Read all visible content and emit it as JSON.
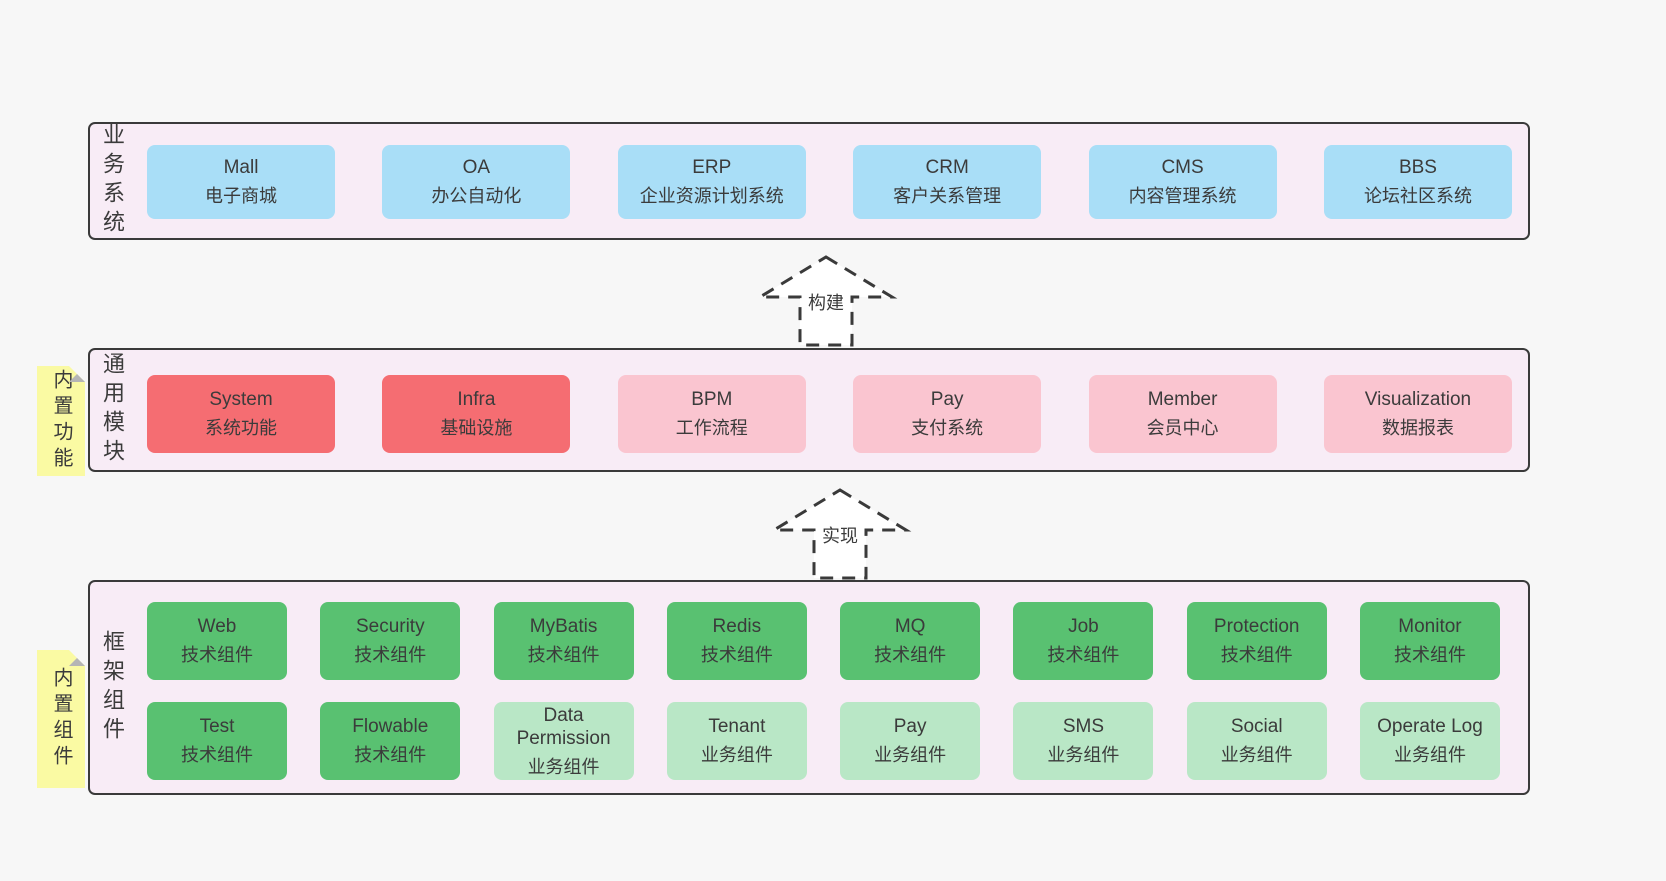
{
  "colors": {
    "page_bg": "#f7f7f7",
    "band_bg": "#f8ecf6",
    "band_border": "#3a3a3a",
    "box_blue": "#a9def7",
    "box_red": "#f56d72",
    "box_pink": "#fac5d0",
    "box_green_dark": "#59c171",
    "box_green_light": "#b9e7c6",
    "note_yellow": "#fafaa3",
    "note_fold": "#b5b5b5",
    "text": "#3b3b3b"
  },
  "arrows": [
    {
      "label": "构建"
    },
    {
      "label": "实现"
    }
  ],
  "bands": [
    {
      "label": "业务系统",
      "rows": [
        [
          {
            "en": "Mall",
            "zh": "电子商城"
          },
          {
            "en": "OA",
            "zh": "办公自动化"
          },
          {
            "en": "ERP",
            "zh": "企业资源计划系统"
          },
          {
            "en": "CRM",
            "zh": "客户关系管理"
          },
          {
            "en": "CMS",
            "zh": "内容管理系统"
          },
          {
            "en": "BBS",
            "zh": "论坛社区系统"
          }
        ]
      ]
    },
    {
      "label": "通用模块",
      "note": "内置功能",
      "rows": [
        [
          {
            "en": "System",
            "zh": "系统功能"
          },
          {
            "en": "Infra",
            "zh": "基础设施"
          },
          {
            "en": "BPM",
            "zh": "工作流程"
          },
          {
            "en": "Pay",
            "zh": "支付系统"
          },
          {
            "en": "Member",
            "zh": "会员中心"
          },
          {
            "en": "Visualization",
            "zh": "数据报表"
          }
        ]
      ]
    },
    {
      "label": "框架组件",
      "note": "内置组件",
      "rows": [
        [
          {
            "en": "Web",
            "zh": "技术组件"
          },
          {
            "en": "Security",
            "zh": "技术组件"
          },
          {
            "en": "MyBatis",
            "zh": "技术组件"
          },
          {
            "en": "Redis",
            "zh": "技术组件"
          },
          {
            "en": "MQ",
            "zh": "技术组件"
          },
          {
            "en": "Job",
            "zh": "技术组件"
          },
          {
            "en": "Protection",
            "zh": "技术组件"
          },
          {
            "en": "Monitor",
            "zh": "技术组件"
          }
        ],
        [
          {
            "en": "Test",
            "zh": "技术组件"
          },
          {
            "en": "Flowable",
            "zh": "技术组件"
          },
          {
            "en": "Data Permission",
            "zh": "业务组件"
          },
          {
            "en": "Tenant",
            "zh": "业务组件"
          },
          {
            "en": "Pay",
            "zh": "业务组件"
          },
          {
            "en": "SMS",
            "zh": "业务组件"
          },
          {
            "en": "Social",
            "zh": "业务组件"
          },
          {
            "en": "Operate Log",
            "zh": "业务组件"
          }
        ]
      ]
    }
  ]
}
